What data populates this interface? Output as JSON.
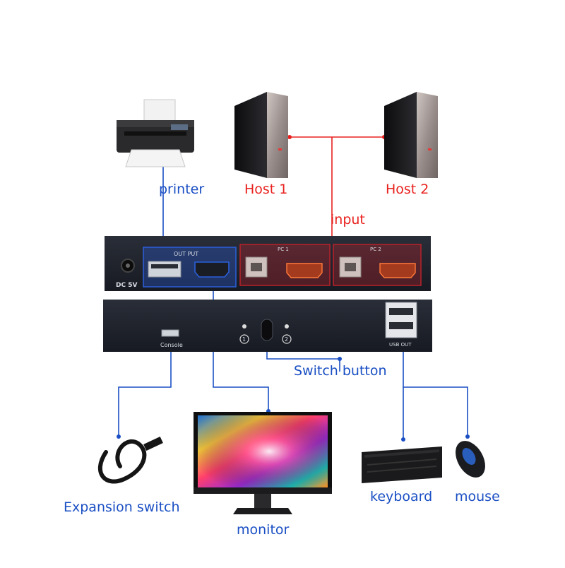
{
  "labels": {
    "printer": "printer",
    "host1": "Host 1",
    "host2": "Host 2",
    "input": "input",
    "switch_button": "Switch button",
    "expansion_switch": "Expansion switch",
    "monitor": "monitor",
    "keyboard": "keyboard",
    "mouse": "mouse"
  },
  "panel_labels": {
    "dc": "DC 5V",
    "output": "OUT PUT",
    "pc1": "PC 1",
    "pc2": "PC 2",
    "console": "Console",
    "usb_out": "USB OUT",
    "led1": "1",
    "led2": "2"
  },
  "colors": {
    "wire_blue": "#1a4fc4",
    "wire_red": "#e8211e",
    "panel": "#1c1f28",
    "output_highlight": "#2b5fd9",
    "input_highlight": "#b8222a"
  }
}
